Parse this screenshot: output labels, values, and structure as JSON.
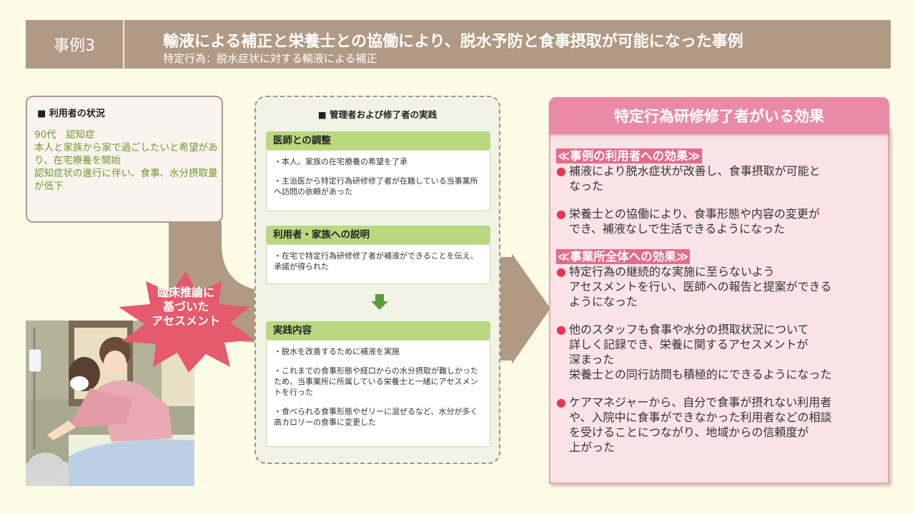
{
  "header": {
    "case_label": "事例3",
    "title": "輸液による補正と栄養士との協働により、脱水予防と食事摂取が可能になった事例",
    "subtitle": "特定行為：脱水症状に対する輸液による補正"
  },
  "user_status": {
    "heading": "■ 利用者の状況",
    "lines": [
      "90代　認知症",
      "本人と家族から家で過ごしたいと希望があり、在宅療養を開始",
      "認知症状の進行に伴い、食事、水分摂取量が低下"
    ]
  },
  "burst": {
    "lines": [
      "臨床推論に",
      "基づいた",
      "アセスメント"
    ]
  },
  "practice": {
    "heading": "■ 管理者および修了者の実践",
    "sections": [
      {
        "title": "医師との調整",
        "items": [
          "・本人、家族の在宅療養の希望を了承",
          "・主治医から特定行為研修修了者が在籍している当事業所へ訪問の依頼があった"
        ]
      },
      {
        "title": "利用者・家族への説明",
        "items": [
          "・在宅で特定行為研修修了者が補液ができることを伝え、承諾が得られた"
        ]
      },
      {
        "title": "実践内容",
        "items": [
          "・脱水を改善するために補液を実施",
          "・これまでの食事形態や経口からの水分摂取が難しかったため、当事業所に所属している栄養士と一緒にアセスメントを行った",
          "・食べられる食事形態やゼリーに混ぜるなど、水分が多く高カロリーの食事に変更した"
        ]
      }
    ]
  },
  "effect": {
    "heading": "特定行為研修修了者がいる効果",
    "user_effect_title": "≪事例の利用者への効果≫",
    "user_effects": [
      [
        "補液により脱水症状が改善し、食事摂取が可能と",
        "なった"
      ],
      [
        "栄養士との協働により、食事形態や内容の変更が",
        "でき、補液なしで生活できるようになった"
      ]
    ],
    "office_effect_title": "≪事業所全体への効果≫",
    "office_effects": [
      [
        "特定行為の継続的な実施に至らないよう",
        "アセスメントを行い、医師への報告と提案ができる",
        "ようになった"
      ],
      [
        "他のスタッフも食事や水分の摂取状況について",
        "詳しく記録でき、栄養に関するアセスメントが",
        "深まった",
        "栄養士との同行訪問も積極的にできるようになった"
      ],
      [
        "ケアマネジャーから、自分で食事が摂れない利用者",
        "や、入院中に食事ができなかった利用者などの相談",
        "を受けることにつながり、地域からの信頼度が",
        "上がった"
      ]
    ],
    "bullet_color": "#e8364e"
  },
  "colors": {
    "header_bg": "#b09a84",
    "user_text": "#6a9a2c",
    "section_head": "#b9d880",
    "effect_head": "#e98ba6",
    "effect_subhead": "#e46b8c"
  }
}
